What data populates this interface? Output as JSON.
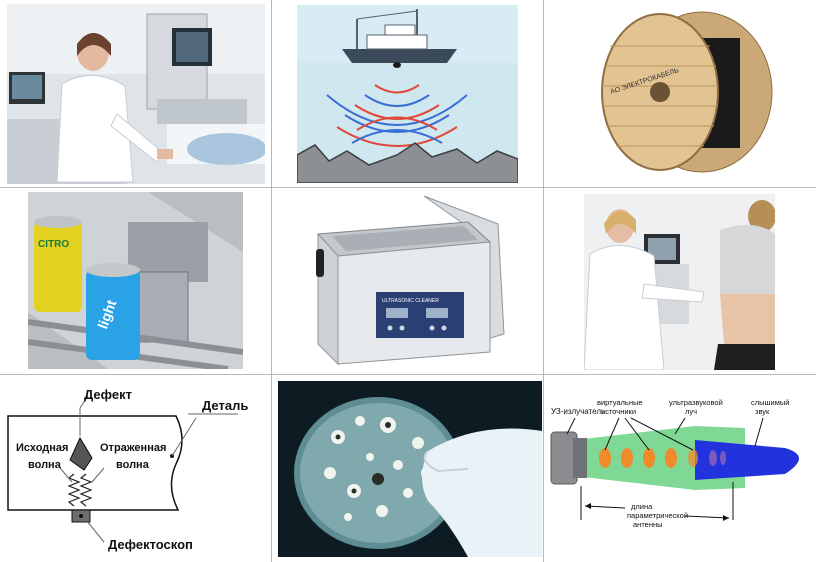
{
  "colors": {
    "grid": "#b8b8b8",
    "sea": "#cfe7ef",
    "wave_red": "#e0483a",
    "wave_blue": "#3b6fd6",
    "beam_green": "#5fd07a",
    "beam_blue": "#2233dd",
    "cell_orange": "#f08a2a"
  },
  "cells": {
    "defect": {
      "defect_label": "Дефект",
      "part_label": "Деталь",
      "source_wave_label_1": "Исходная",
      "source_wave_label_2": "волна",
      "reflected_wave_label_1": "Отраженная",
      "reflected_wave_label_2": "волна",
      "detector_label": "Дефектоскоп"
    },
    "cleaner": {
      "brand_text": "ULTRASONIC CLEANER"
    },
    "spool": {
      "drum_text": "АО ЭЛЕКТРОКАБЕЛЬ"
    },
    "can": {
      "can1_text": "CITRO",
      "can2_text": "light"
    },
    "antenna": {
      "emitter_label": "УЗ-излучатель",
      "virtual_label_1": "виртуальные",
      "virtual_label_2": "источники",
      "beam_label_1": "ультразвуковой",
      "beam_label_2": "луч",
      "audible_label_1": "слышимый",
      "audible_label_2": "звук",
      "length_label_1": "длина",
      "length_label_2": "параметрической",
      "length_label_3": "антенны"
    }
  }
}
